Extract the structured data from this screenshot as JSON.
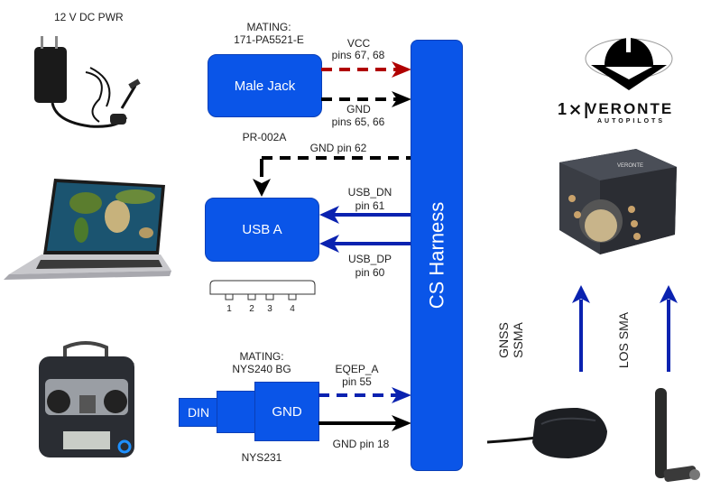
{
  "power": {
    "title": "12 V DC PWR",
    "image": "power-adapter",
    "mating_label": "MATING:",
    "mating_part": "171-PA5521-E",
    "connector": "Male Jack",
    "part": "PR-002A",
    "vcc_label": "VCC",
    "vcc_pins": "pins 67, 68",
    "gnd_label": "GND",
    "gnd_pins": "pins 65, 66"
  },
  "usb": {
    "image": "laptop",
    "connector": "USB A",
    "gnd_label": "GND pin 62",
    "dn_label": "USB_DN",
    "dn_pin": "pin 61",
    "dp_label": "USB_DP",
    "dp_pin": "pin 60",
    "pinout": [
      "1",
      "2",
      "3",
      "4"
    ]
  },
  "rc": {
    "image": "rc-transmitter",
    "mating_label": "MATING:",
    "mating_part": "NYS240 BG",
    "din_label": "DIN",
    "connector": "GND",
    "part": "NYS231",
    "eqep_label": "EQEP_A",
    "eqep_pin": "pin 55",
    "gnd_label": "GND pin 18"
  },
  "harness": {
    "label": "CS Harness"
  },
  "autopilot": {
    "brand": "VERONTE",
    "subbrand": "AUTOPILOTS",
    "image": "veronte-autopilot"
  },
  "antennas": {
    "gnss_label_line1": "GNSS",
    "gnss_label_line2": "SSMA",
    "los_label": "LOS SMA"
  },
  "colors": {
    "box_blue": "#0a55e8",
    "arrow_blue": "#0a22b0",
    "vcc_red": "#b00000",
    "gnd_black": "#000000"
  }
}
